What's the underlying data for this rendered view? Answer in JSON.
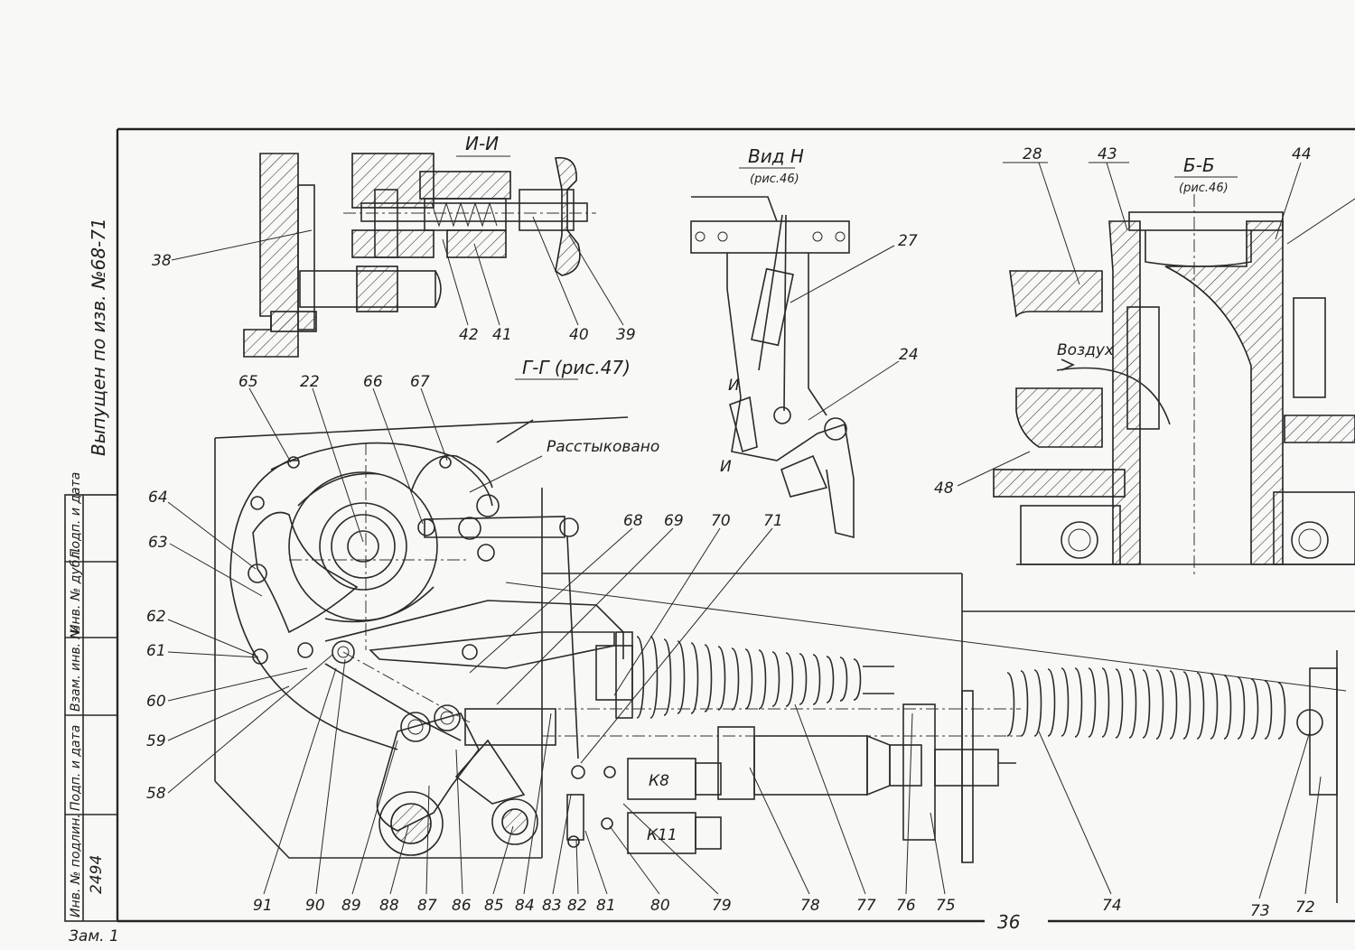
{
  "drawing": {
    "issue_note": "Выпущен по изв. №68-71",
    "page_number": "36",
    "change_mark": "Зам. 1",
    "flow_label": "Воздух",
    "note_undocked": "Расстыковано"
  },
  "views": {
    "section_ii": {
      "title": "И-И"
    },
    "view_n": {
      "title": "Вид Н",
      "ref": "(рис.46)",
      "mark_i": "И"
    },
    "section_bb": {
      "title": "Б-Б",
      "ref": "(рис.46)"
    },
    "section_gg": {
      "title": "Г-Г (рис.47)"
    }
  },
  "stamp_columns": [
    "Инв. № подлин.",
    "Подп. и дата",
    "Взам. инв. №",
    "Инв. № дубл.",
    "Подп. и дата"
  ],
  "stamp_value": "2494",
  "relays": {
    "k8": "К8",
    "k11": "К11"
  },
  "callouts": {
    "c38": "38",
    "c42": "42",
    "c41": "41",
    "c40": "40",
    "c39": "39",
    "c27": "27",
    "c24": "24",
    "c28": "28",
    "c43": "43",
    "c44": "44",
    "c48": "48",
    "c65": "65",
    "c22": "22",
    "c66": "66",
    "c67": "67",
    "c64": "64",
    "c63": "63",
    "c62": "62",
    "c61": "61",
    "c60": "60",
    "c59": "59",
    "c58": "58",
    "c68": "68",
    "c69": "69",
    "c70": "70",
    "c71": "71",
    "c91": "91",
    "c90": "90",
    "c89": "89",
    "c88": "88",
    "c87": "87",
    "c86": "86",
    "c85": "85",
    "c84": "84",
    "c83": "83",
    "c82": "82",
    "c81": "81",
    "c80": "80",
    "c79": "79",
    "c78": "78",
    "c77": "77",
    "c76": "76",
    "c75": "75",
    "c74": "74",
    "c73": "73",
    "c72": "72"
  }
}
